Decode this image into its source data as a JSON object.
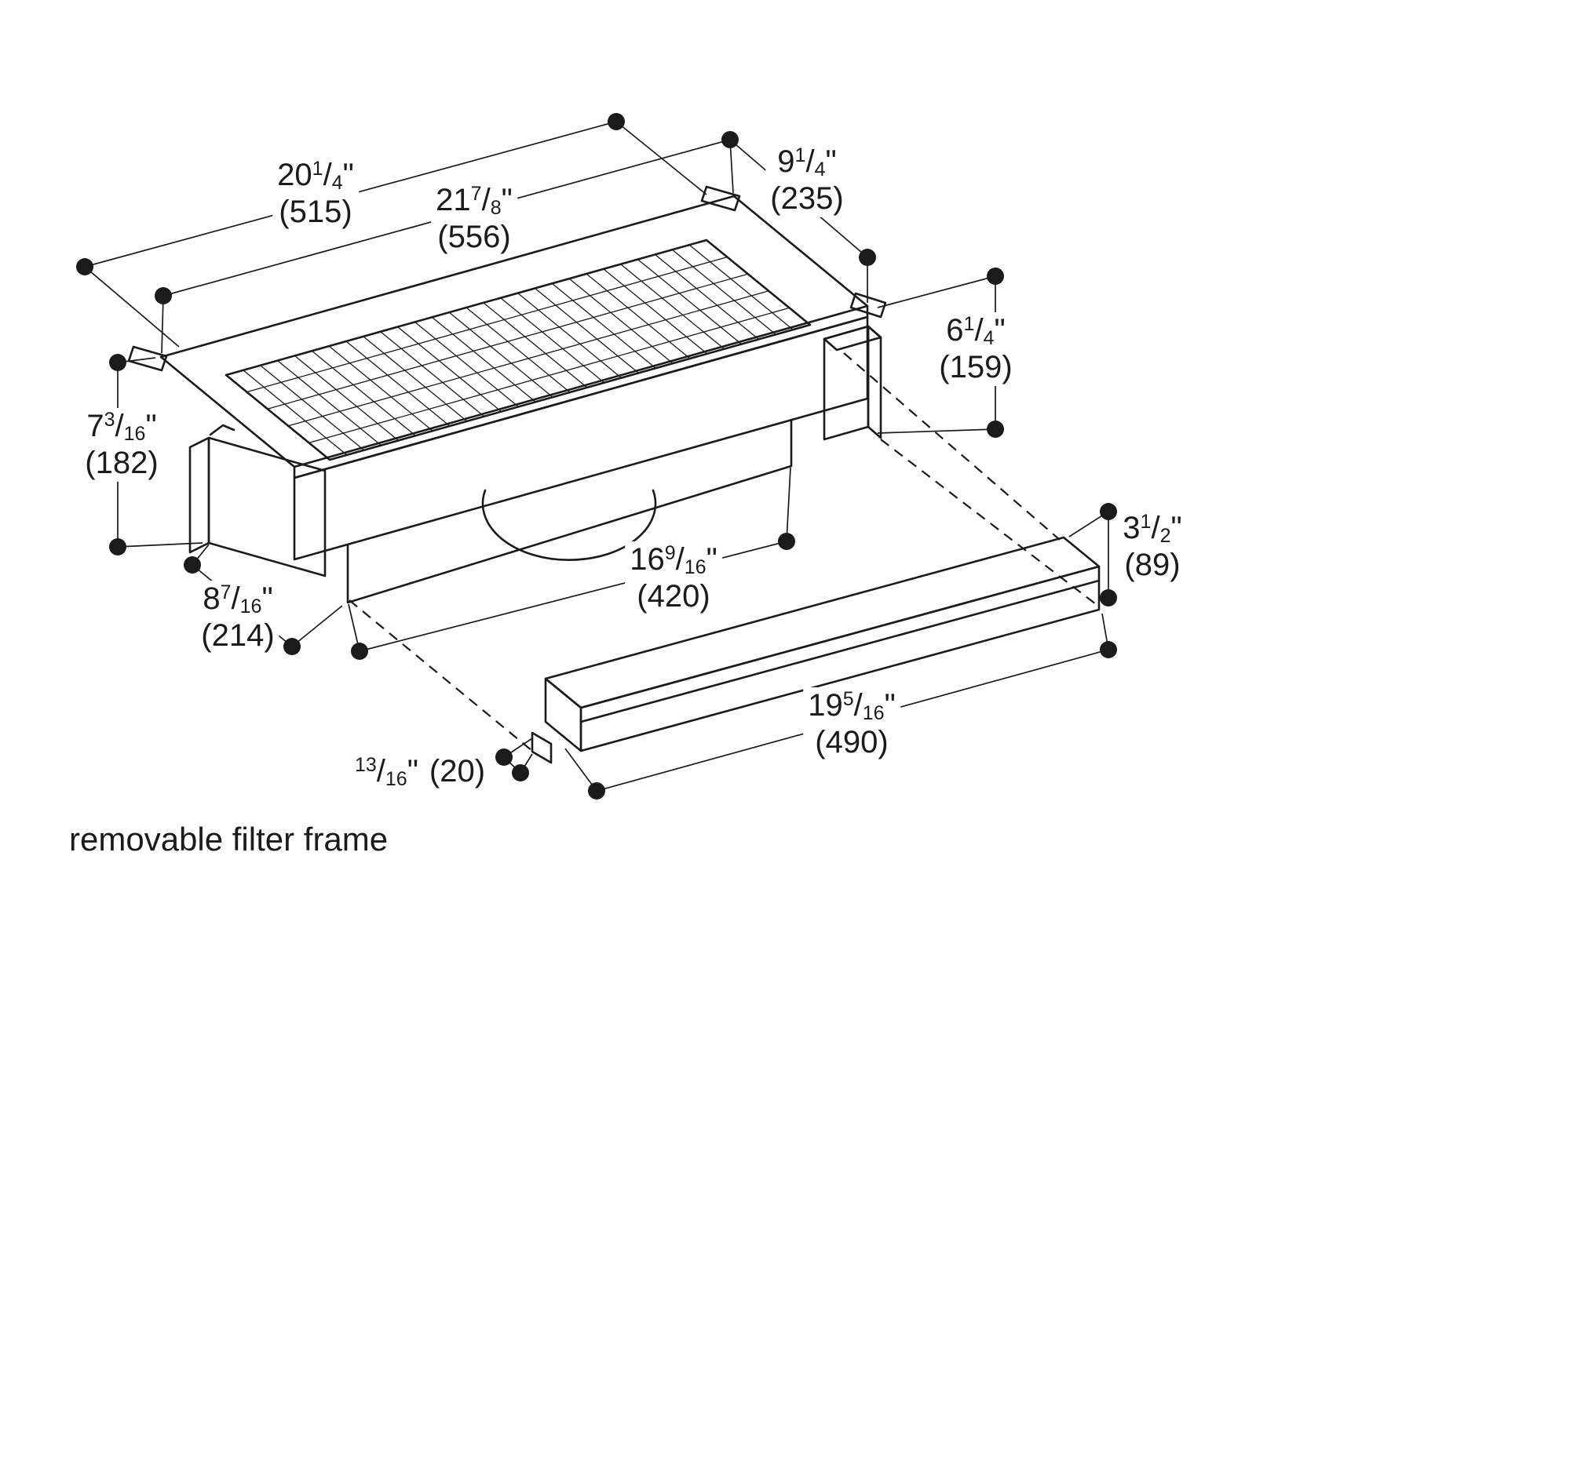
{
  "caption": "removable filter frame",
  "symbols": {
    "slash": "/",
    "inch": "\""
  },
  "dimensions": {
    "d515": {
      "whole": "20",
      "num": "1",
      "den": "4",
      "mm": "(515)"
    },
    "d556": {
      "whole": "21",
      "num": "7",
      "den": "8",
      "mm": "(556)"
    },
    "d235": {
      "whole": "9",
      "num": "1",
      "den": "4",
      "mm": "(235)"
    },
    "d159": {
      "whole": "6",
      "num": "1",
      "den": "4",
      "mm": "(159)"
    },
    "d182": {
      "whole": "7",
      "num": "3",
      "den": "16",
      "mm": "(182)"
    },
    "d214": {
      "whole": "8",
      "num": "7",
      "den": "16",
      "mm": "(214)"
    },
    "d420": {
      "whole": "16",
      "num": "9",
      "den": "16",
      "mm": "(420)"
    },
    "d89": {
      "whole": "3",
      "num": "1",
      "den": "2",
      "mm": "(89)"
    },
    "d490": {
      "whole": "19",
      "num": "5",
      "den": "16",
      "mm": "(490)"
    },
    "d20": {
      "whole": "",
      "num": "13",
      "den": "16",
      "mm": "(20)"
    }
  }
}
